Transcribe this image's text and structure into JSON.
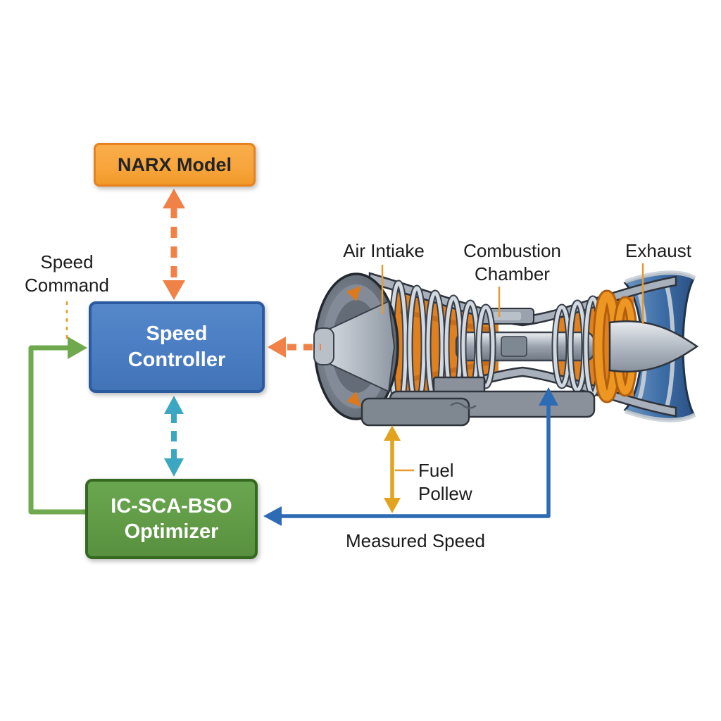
{
  "boxes": {
    "narx_model": {
      "label": "NARX Model"
    },
    "speed_controller": {
      "line1": "Speed",
      "line2": "Controller"
    },
    "optimizer": {
      "line1": "IC-SCA-BSO",
      "line2": "Optimizer"
    }
  },
  "engine_labels": {
    "air_intake": "Air Intiake",
    "combustion_chamber_line1": "Combustion",
    "combustion_chamber_line2": "Chamber",
    "exhaust": "Exhaust"
  },
  "signal_labels": {
    "speed_command_line1": "Speed",
    "speed_command_line2": "Command",
    "fuel_flow_line1": "Fuel",
    "fuel_flow_line2": "Pollew",
    "measured_speed": "Measured Speed"
  },
  "colors": {
    "narx_fill": "#F7A53D",
    "narx_border": "#E8821D",
    "controller_fill": "#4A7CC2",
    "controller_border": "#2B5B9E",
    "optimizer_fill": "#609A45",
    "optimizer_border": "#35691F",
    "arrow_orange": "#F08147",
    "arrow_teal": "#3BA7C2",
    "arrow_green": "#6FA84D",
    "arrow_blue": "#2D6BB4",
    "arrow_yellow": "#E2A41F",
    "leader_orange": "#E79A2E",
    "text": "#1C1C1C"
  }
}
